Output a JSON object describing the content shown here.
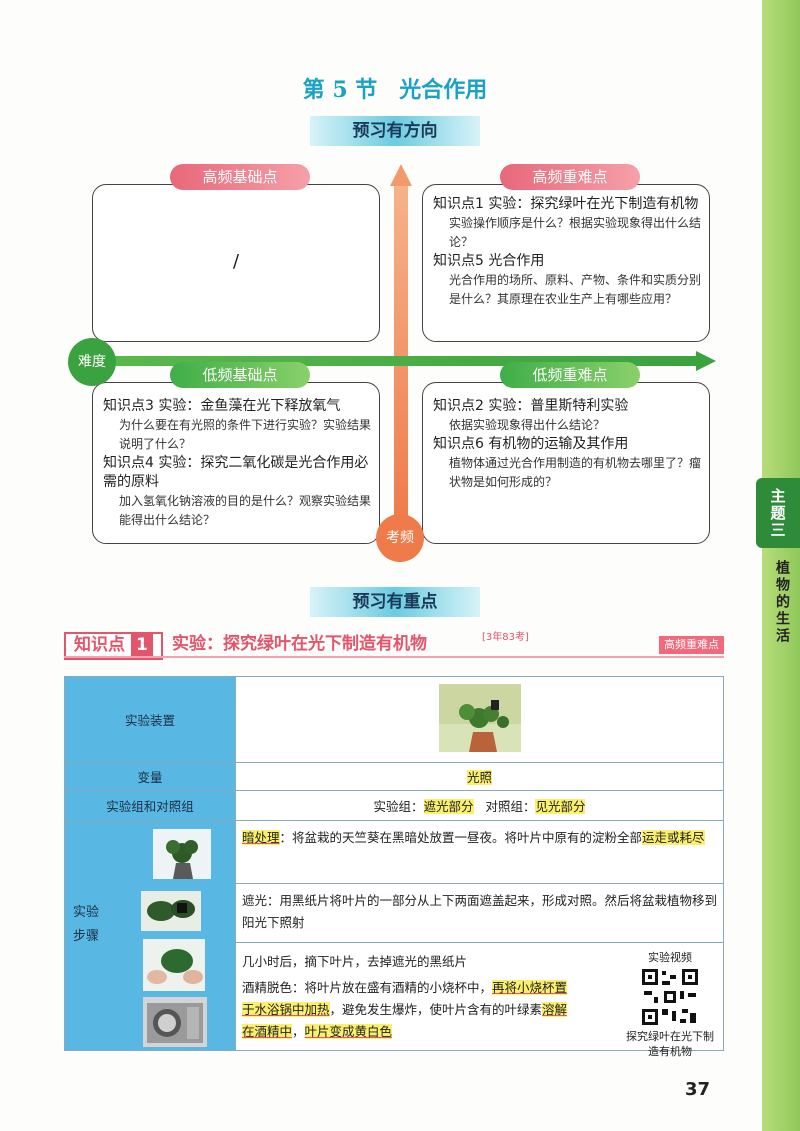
{
  "section": {
    "title": "第 5 节　光合作用"
  },
  "ribbons": {
    "preview_direction": "预习有方向",
    "preview_focus": "预习有重点"
  },
  "axes": {
    "difficulty": "难度",
    "frequency": "考频"
  },
  "quadrants": {
    "top_left": {
      "label": "高频基础点",
      "content": "/"
    },
    "top_right": {
      "label": "高频重难点",
      "items": [
        {
          "kp": "知识点1 实验：探究绿叶在光下制造有机物",
          "q": "实验操作顺序是什么？根据实验现象得出什么结论？"
        },
        {
          "kp": "知识点5 光合作用",
          "q": "光合作用的场所、原料、产物、条件和实质分别是什么？其原理在农业生产上有哪些应用？"
        }
      ]
    },
    "bottom_left": {
      "label": "低频基础点",
      "items": [
        {
          "kp": "知识点3 实验：金鱼藻在光下释放氧气",
          "q": "为什么要在有光照的条件下进行实验？实验结果说明了什么？"
        },
        {
          "kp": "知识点4 实验：探究二氧化碳是光合作用必需的原料",
          "q": "加入氢氧化钠溶液的目的是什么？观察实验结果能得出什么结论？"
        }
      ]
    },
    "bottom_right": {
      "label": "低频重难点",
      "items": [
        {
          "kp": "知识点2 实验：普里斯特利实验",
          "q": "依据实验现象得出什么结论？"
        },
        {
          "kp": "知识点6 有机物的运输及其作用",
          "q": "植物体通过光合作用制造的有机物去哪里了？瘤状物是如何形成的？"
        }
      ]
    }
  },
  "knowledge_point": {
    "tag": "知识点",
    "number": "1",
    "title": "实验：探究绿叶在光下制造有机物",
    "frequency": "3年83考",
    "badge": "高频重难点"
  },
  "table": {
    "apparatus_label": "实验装置",
    "variable_label": "变量",
    "variable_value": "光照",
    "groups_label": "实验组和对照组",
    "groups_prefix_exp": "实验组：",
    "groups_exp": "遮光部分",
    "groups_prefix_ctrl": "对照组：",
    "groups_ctrl": "见光部分",
    "steps_label": "实验步骤",
    "step1_a": "暗处理",
    "step1_b": "：将盆栽的天竺葵在黑暗处放置一昼夜。将叶片中原有的淀粉全部",
    "step1_c": "运走或耗尽",
    "step2": "遮光：用黑纸片将叶片的一部分从上下两面遮盖起来，形成对照。然后将盆栽植物移到阳光下照射",
    "step3": "几小时后，摘下叶片，去掉遮光的黑纸片",
    "step4_a": "酒精脱色：将叶片放在盛有酒精的小烧杯中，",
    "step4_b": "再将小烧杯置于水浴锅中加热",
    "step4_c": "，避免发生爆炸，使叶片含有的叶绿素",
    "step4_d": "溶解在酒精中",
    "step4_e": "，",
    "step4_f": "叶片变成黄白色",
    "video_title": "实验视频",
    "video_caption": "探究绿叶在光下制造有机物"
  },
  "sidebar": {
    "theme": "主题三",
    "subject": "植物的生活"
  },
  "page_number": "37",
  "colors": {
    "accent": "#19a2c4",
    "pink": "#e3556b",
    "green": "#3aa23e",
    "table_label": "#59b8e3"
  }
}
